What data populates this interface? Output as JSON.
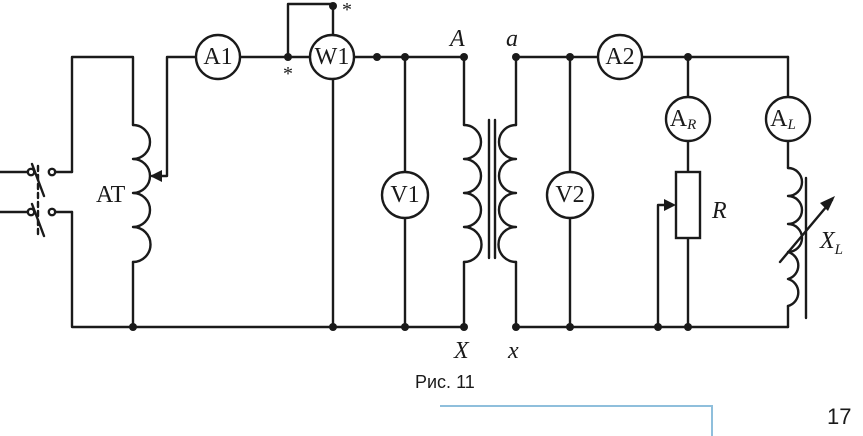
{
  "labels": {
    "autotransformer": "AT",
    "primary_top": "A",
    "primary_bottom": "X",
    "secondary_top": "a",
    "secondary_bottom": "x",
    "resistor": "R",
    "inductor": "X",
    "inductor_sub": "L",
    "star_top": "*",
    "star_left": "*"
  },
  "meters": {
    "a1": "A1",
    "w1": "W1",
    "v1": "V1",
    "v2": "V2",
    "a2": "A2",
    "ar_main": "A",
    "ar_sub": "R",
    "al_main": "A",
    "al_sub": "L"
  },
  "caption": "Рис. 11",
  "page_number": "17",
  "colors": {
    "ink": "#1a1a1a",
    "frame": "#8fbfdc"
  }
}
